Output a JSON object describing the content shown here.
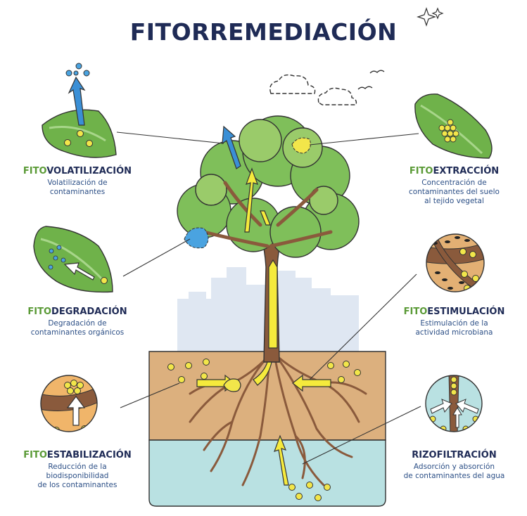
{
  "title": "FITORREMEDIACIÓN",
  "sections": {
    "volatilizacion": {
      "prefix": "FITO",
      "rest": "VOLATILIZACIÓN",
      "lines": [
        "Volatilización de",
        "contaminantes"
      ]
    },
    "extraccion": {
      "prefix": "FITO",
      "rest": "EXTRACCIÓN",
      "lines": [
        "Concentración de",
        "contaminantes del suelo",
        "al tejido vegetal"
      ]
    },
    "degradacion": {
      "prefix": "FITO",
      "rest": "DEGRADACIÓN",
      "lines": [
        "Degradación de",
        "contaminantes orgánicos"
      ]
    },
    "estimulacion": {
      "prefix": "FITO",
      "rest": "ESTIMULACIÓN",
      "lines": [
        "Estimulación de la",
        "actividad microbiana"
      ]
    },
    "estabilizacion": {
      "prefix": "FITO",
      "rest": "ESTABILIZACIÓN",
      "lines": [
        "Reducción de la",
        "biodisponibilidad",
        "de los contaminantes"
      ]
    },
    "rizofiltracion": {
      "prefix": "",
      "rest": "RIZOFILTRACIÓN",
      "lines": [
        "Adsorción y absorción",
        "de contaminantes del agua"
      ]
    }
  },
  "colors": {
    "title": "#1f2b56",
    "prefix_green": "#5a9a36",
    "description_blue": "#2c4f86",
    "leaf_green": "#6fb24a",
    "contaminant_yellow": "#f2e64a",
    "arrow_blue": "#3a8fd6",
    "soil": "#dcb07e",
    "water": "#b9e1e2",
    "trunk": "#8a5a3c"
  }
}
